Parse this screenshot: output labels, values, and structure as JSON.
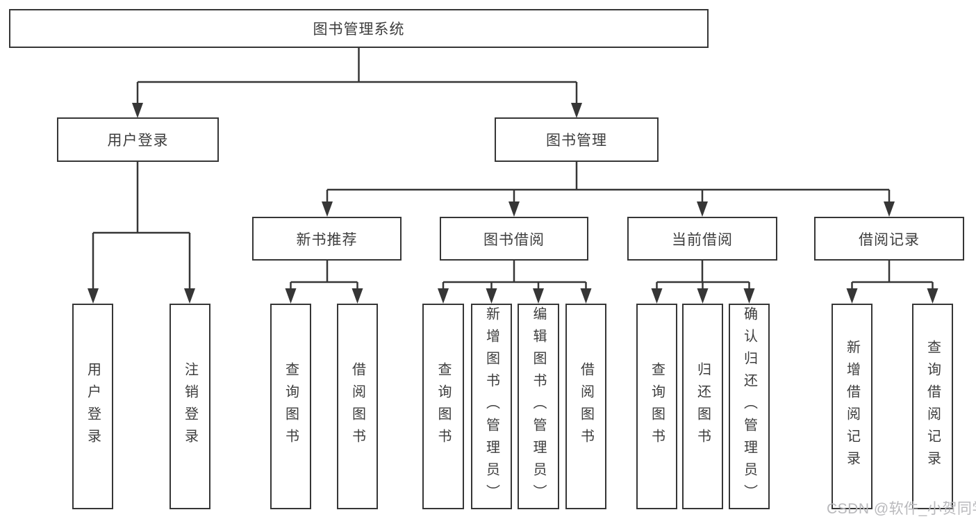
{
  "watermark": {
    "text": "CSDN @软件_小贺同学"
  },
  "colors": {
    "line": "#363636",
    "node_border": "#363636",
    "node_text": "#3d3d3d",
    "watermark_text": "#b9b9bc",
    "background": "#ffffff"
  },
  "tree": {
    "root": {
      "label": "图书管理系统"
    },
    "branches": [
      {
        "label": "用户登录",
        "children": [
          {
            "label": "用户登录"
          },
          {
            "label": "注销登录"
          }
        ]
      },
      {
        "label": "图书管理",
        "children": [
          {
            "label": "新书推荐",
            "children": [
              {
                "label": "查询图书"
              },
              {
                "label": "借阅图书"
              }
            ]
          },
          {
            "label": "图书借阅",
            "children": [
              {
                "label": "查询图书"
              },
              {
                "label": "新增图书（管理员）"
              },
              {
                "label": "编辑图书（管理员）"
              },
              {
                "label": "借阅图书"
              }
            ]
          },
          {
            "label": "当前借阅",
            "children": [
              {
                "label": "查询图书"
              },
              {
                "label": "归还图书"
              },
              {
                "label": "确认归还（管理员）"
              }
            ]
          },
          {
            "label": "借阅记录",
            "children": [
              {
                "label": "新增借阅记录"
              },
              {
                "label": "查询借阅记录"
              }
            ]
          }
        ]
      }
    ]
  }
}
